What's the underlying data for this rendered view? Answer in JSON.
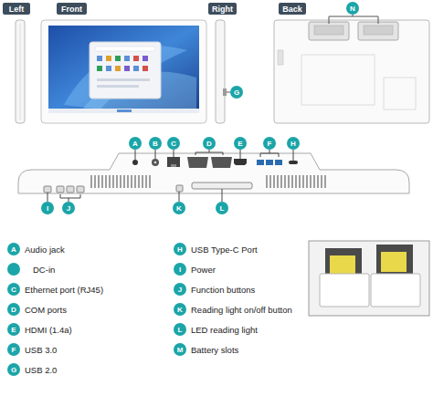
{
  "diagram": {
    "nodes": [
      {
        "text": [
          "Left"
        ]
      },
      {
        "text": [
          "Front"
        ]
      },
      {
        "text": [
          "Right"
        ]
      },
      {
        "text": [
          "Back"
        ]
      },
      {
        "text": [
          "N"
        ]
      },
      {
        "text": [
          "G"
        ]
      },
      {
        "text": [
          "A"
        ]
      },
      {
        "text": [
          "B"
        ]
      },
      {
        "text": [
          "C"
        ]
      },
      {
        "text": [
          "D"
        ]
      },
      {
        "text": [
          "E"
        ]
      },
      {
        "text": [
          "F"
        ]
      },
      {
        "text": [
          "H"
        ]
      },
      {
        "text": [
          "I"
        ]
      },
      {
        "text": [
          "J"
        ]
      },
      {
        "text": [
          "K"
        ]
      },
      {
        "text": [
          "L"
        ]
      },
      {
        "text": [
          "A",
          "Audio jack"
        ]
      },
      {
        "text": [
          "DC-in"
        ]
      },
      {
        "text": [
          "C",
          "Ethernet port (RJ45)"
        ]
      },
      {
        "text": [
          "D",
          "COM ports"
        ]
      },
      {
        "text": [
          "E",
          "HDMI (1.4a)"
        ]
      },
      {
        "text": [
          "F",
          "USB 3.0"
        ]
      },
      {
        "text": [
          "G",
          "USB 2.0"
        ]
      },
      {
        "text": [
          "H",
          "USB Type-C Port"
        ]
      },
      {
        "text": [
          "I",
          "Power"
        ]
      },
      {
        "text": [
          "J",
          "Function buttons"
        ]
      },
      {
        "text": [
          "K",
          "Reading light on/off button"
        ]
      },
      {
        "text": [
          "L",
          "LED reading light"
        ]
      },
      {
        "text": [
          "M",
          "Battery slots"
        ]
      }
    ]
  }
}
